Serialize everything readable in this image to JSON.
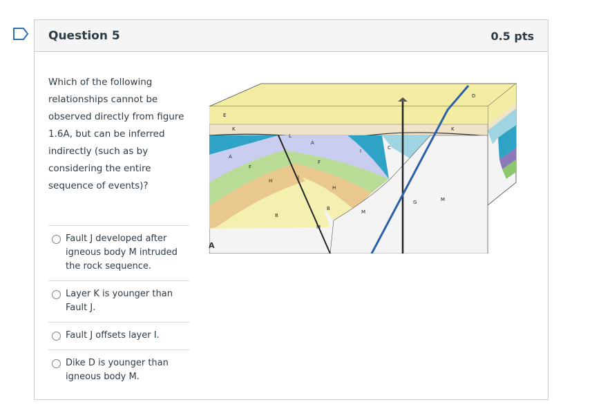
{
  "question": {
    "title": "Question 5",
    "points": "0.5 pts",
    "text": "Which of the following relationships cannot be observed directly from figure 1.6A, but can be inferred indirectly (such as by considering the entire sequence of events)?"
  },
  "answers": [
    {
      "label": "Fault J developed after igneous body M intruded the rock sequence."
    },
    {
      "label": "Layer K is younger than Fault J."
    },
    {
      "label": "Fault J offsets layer I."
    },
    {
      "label": "Dike D is younger than igneous body M."
    }
  ],
  "figure": {
    "panel_label": "A",
    "labels": {
      "E": "E",
      "K": "K",
      "L": "L",
      "A": "A",
      "F": "F",
      "H": "H",
      "B": "B",
      "J": "J",
      "I": "I",
      "C": "C",
      "M": "M",
      "G": "G",
      "D": "D"
    }
  },
  "colors": {
    "flag": "#2d6fb3",
    "border": "#c7cdd1",
    "header_bg": "#f5f5f5",
    "layer_E": "#f2eda2",
    "layer_K": "#efe3c8",
    "layer_I": "#2fa3c6",
    "layer_A": "#c9cdf0",
    "layer_F": "#b8dc96",
    "layer_H": "#e9c88e",
    "layer_B": "#f3f0b0",
    "layer_C": "#9fd4e3",
    "igneous_M": "#f4f4f4",
    "dike_D": "#2b5fa8"
  }
}
